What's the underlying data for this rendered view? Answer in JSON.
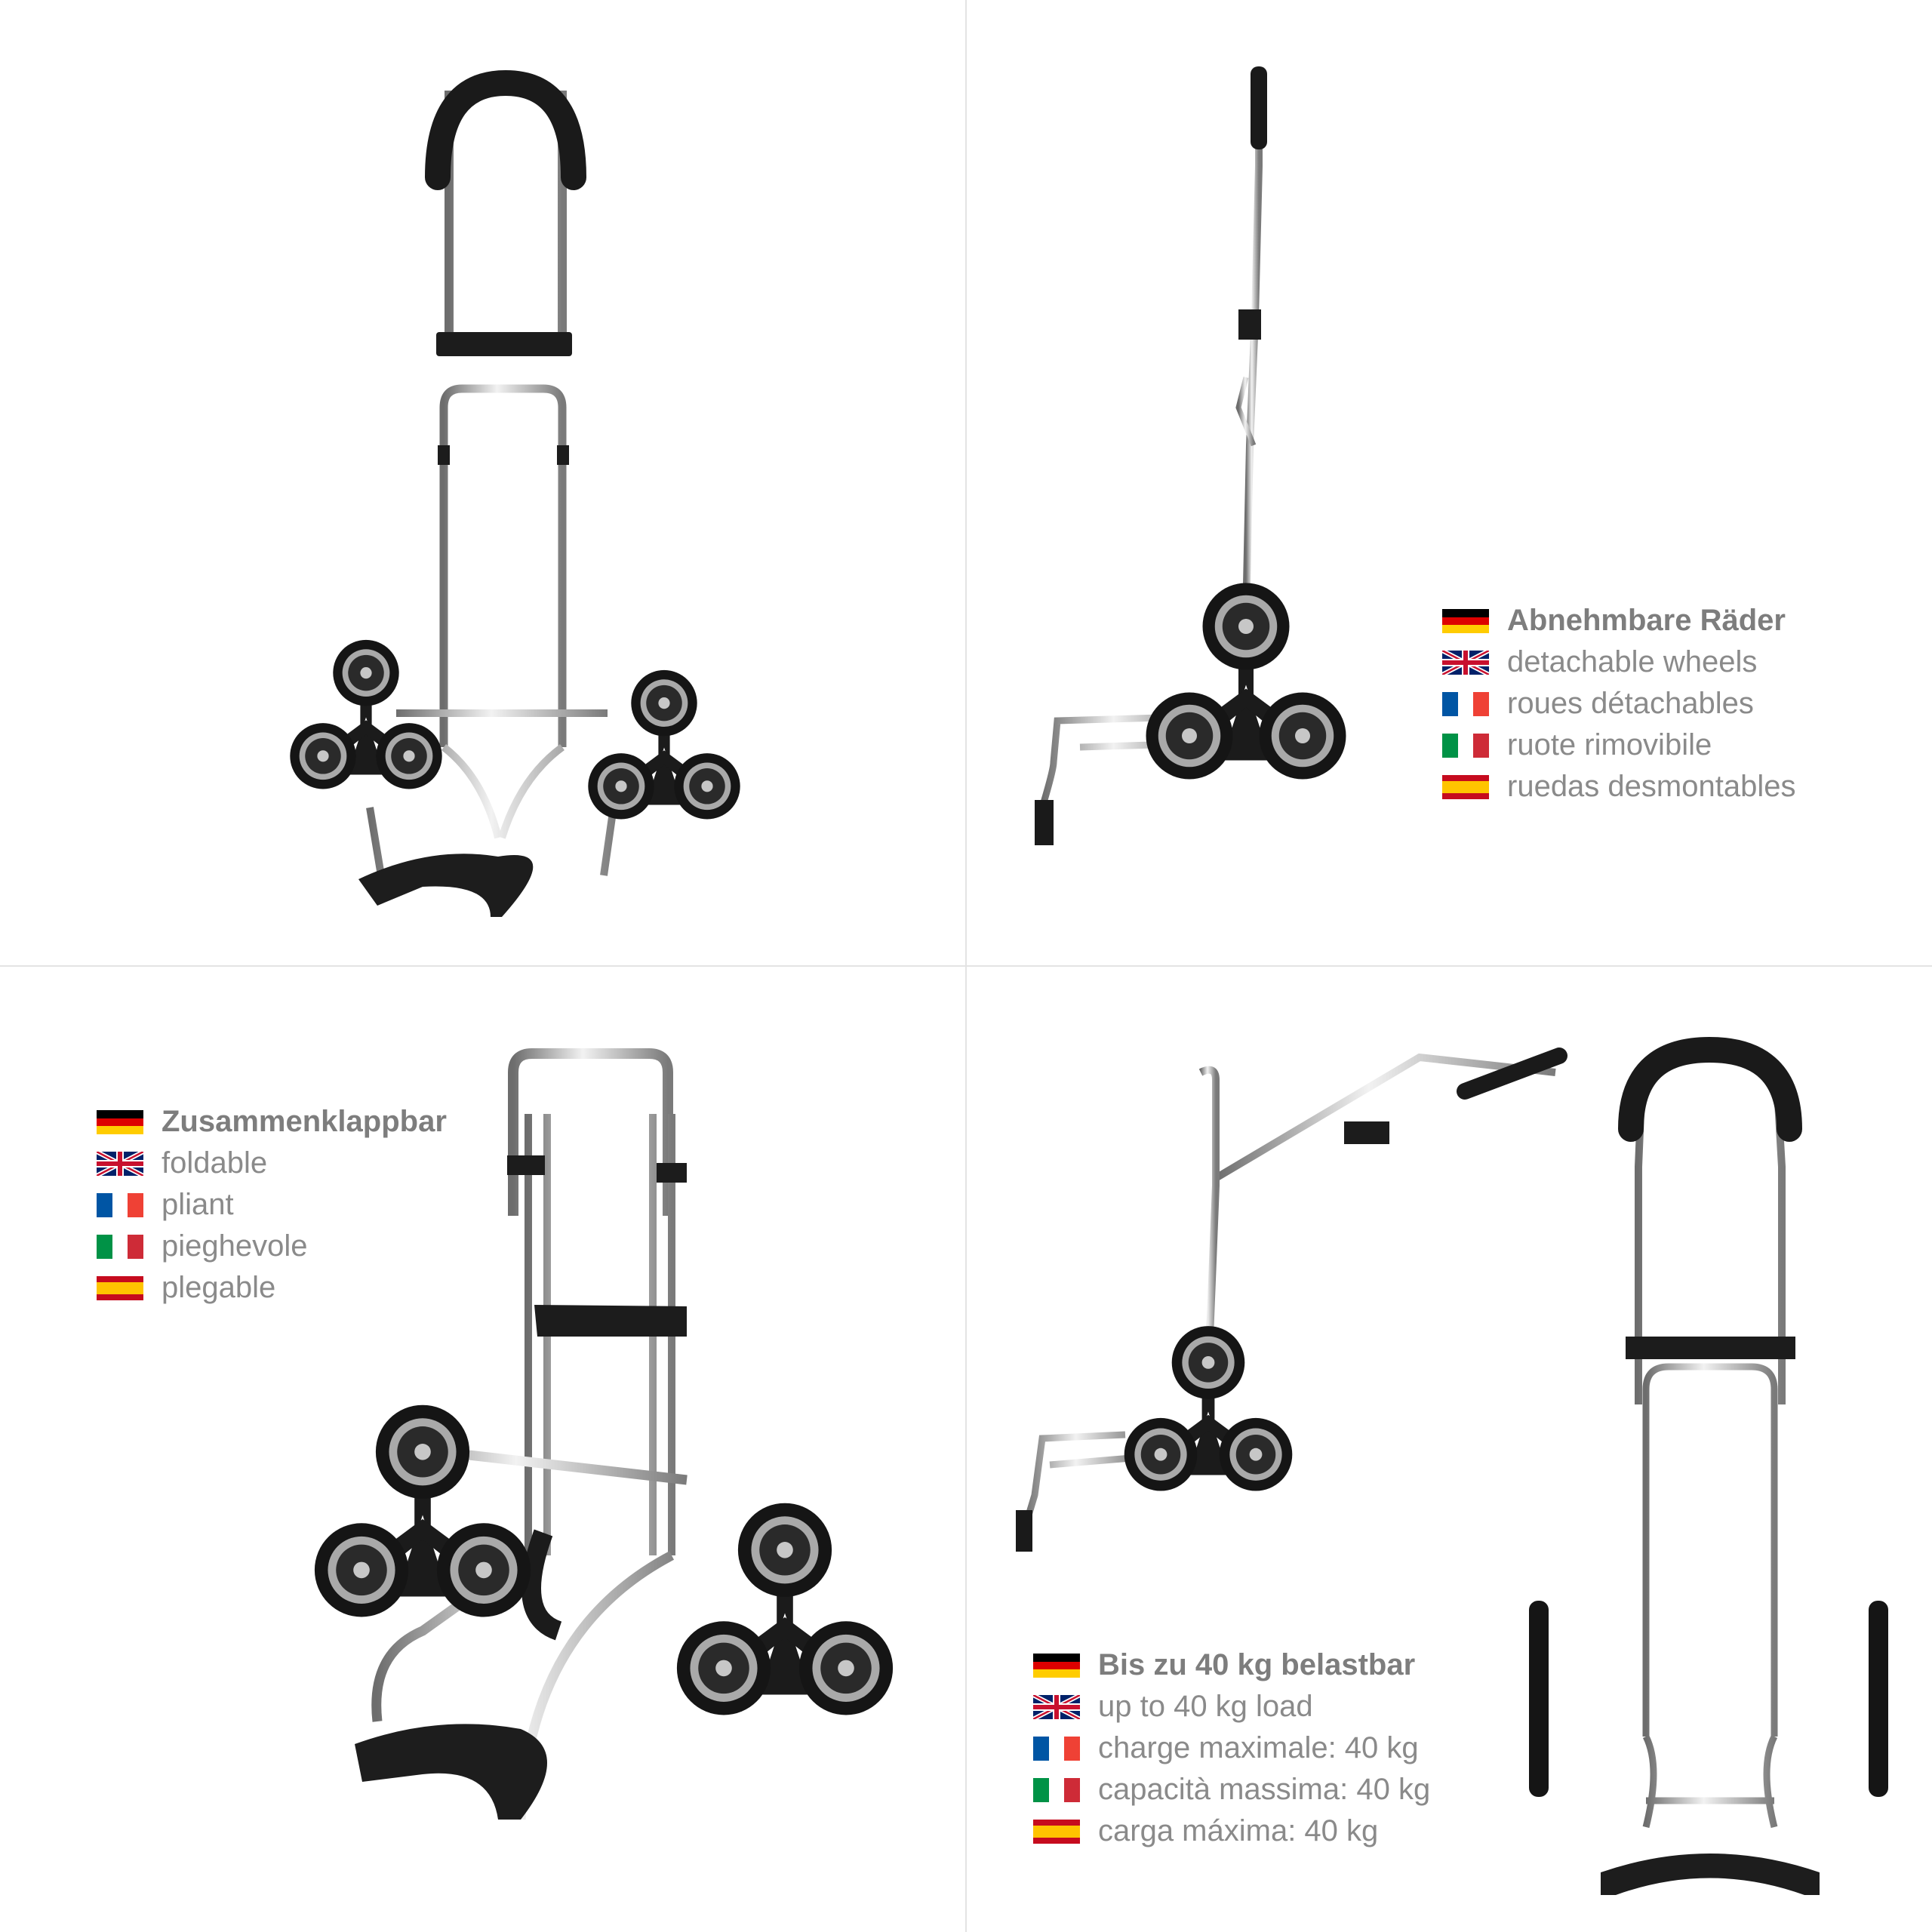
{
  "panels": {
    "detachable": {
      "legend": [
        {
          "lang": "de",
          "flag": "germany-flag-icon",
          "text": "Abnehmbare Räder"
        },
        {
          "lang": "en",
          "flag": "uk-flag-icon",
          "text": "detachable wheels"
        },
        {
          "lang": "fr",
          "flag": "france-flag-icon",
          "text": "roues détachables"
        },
        {
          "lang": "it",
          "flag": "italy-flag-icon",
          "text": "ruote rimovibile"
        },
        {
          "lang": "es",
          "flag": "spain-flag-icon",
          "text": "ruedas desmontables"
        }
      ]
    },
    "foldable": {
      "legend": [
        {
          "lang": "de",
          "flag": "germany-flag-icon",
          "text": "Zusammenklappbar"
        },
        {
          "lang": "en",
          "flag": "uk-flag-icon",
          "text": "foldable"
        },
        {
          "lang": "fr",
          "flag": "france-flag-icon",
          "text": "pliant"
        },
        {
          "lang": "it",
          "flag": "italy-flag-icon",
          "text": "pieghevole"
        },
        {
          "lang": "es",
          "flag": "spain-flag-icon",
          "text": "plegable"
        }
      ]
    },
    "load": {
      "legend": [
        {
          "lang": "de",
          "flag": "germany-flag-icon",
          "text": "Bis zu 40 kg belastbar"
        },
        {
          "lang": "en",
          "flag": "uk-flag-icon",
          "text": "up to 40 kg load"
        },
        {
          "lang": "fr",
          "flag": "france-flag-icon",
          "text": "charge maximale: 40 kg"
        },
        {
          "lang": "it",
          "flag": "italy-flag-icon",
          "text": "capacità massima: 40 kg"
        },
        {
          "lang": "es",
          "flag": "spain-flag-icon",
          "text": "carga máxima: 40 kg"
        }
      ]
    }
  },
  "colors": {
    "background": "#ffffff",
    "text": "#8a8a8a",
    "frame": "#b8b8b8",
    "plastic": "#1c1c1c"
  }
}
